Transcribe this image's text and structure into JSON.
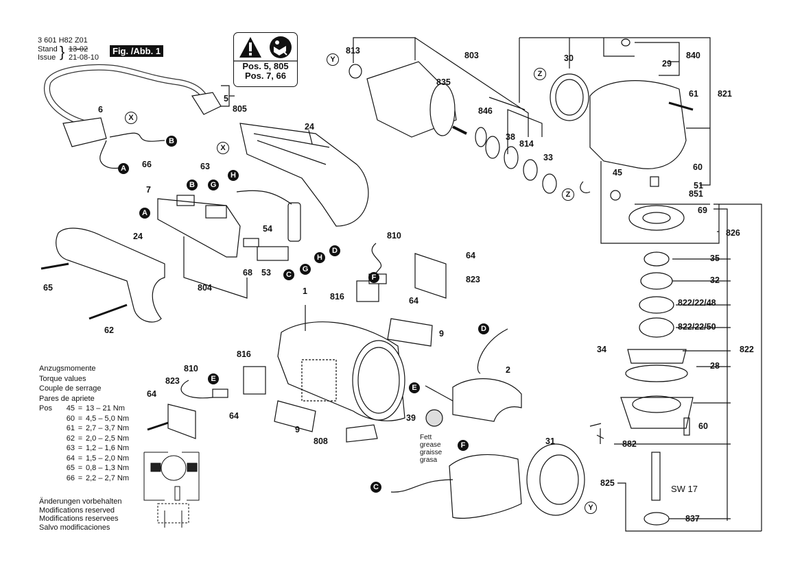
{
  "header": {
    "doc_number": "3 601 H82 Z01",
    "stand_label": "Stand",
    "issue_label": "Issue",
    "old_date": "13-02",
    "issue_date": "21-08-10",
    "figure_label": "Fig. /Abb. 1"
  },
  "warning_box": {
    "icons": [
      "warning-triangle-icon",
      "read-manual-icon"
    ],
    "line1": "Pos. 5, 805",
    "line2": "Pos. 7, 66"
  },
  "torque_table": {
    "title_de": "Anzugsmomente",
    "title_en": "Torque values",
    "title_fr": "Couple de serrage",
    "title_es": "Pares de apriete",
    "pos_label": "Pos",
    "rows": [
      {
        "pos": "45",
        "eq": "=",
        "value": "13 – 21 Nm"
      },
      {
        "pos": "60",
        "eq": "=",
        "value": "4,5 – 5,0 Nm"
      },
      {
        "pos": "61",
        "eq": "=",
        "value": "2,7 – 3,7 Nm"
      },
      {
        "pos": "62",
        "eq": "=",
        "value": "2,0 – 2,5 Nm"
      },
      {
        "pos": "63",
        "eq": "=",
        "value": "1,2 – 1,6 Nm"
      },
      {
        "pos": "64",
        "eq": "=",
        "value": "1,5 – 2,0 Nm"
      },
      {
        "pos": "65",
        "eq": "=",
        "value": "0,8 – 1,3 Nm"
      },
      {
        "pos": "66",
        "eq": "=",
        "value": "2,2 – 2,7 Nm"
      }
    ]
  },
  "footer": {
    "de": "Änderungen vorbehalten",
    "en": "Modifications reserved",
    "fr": "Modifications reservees",
    "es": "Salvo modificaciones"
  },
  "grease_note": {
    "de": "Fett",
    "en": "grease",
    "fr": "graisse",
    "es": "grasa"
  },
  "spanner_note": "SW 17",
  "part_labels": {
    "p5": "5",
    "p805": "805",
    "p6": "6",
    "p24a": "24",
    "p24b": "24",
    "p66": "66",
    "p63": "63",
    "p7": "7",
    "p54": "54",
    "p68": "68",
    "p53": "53",
    "p804": "804",
    "p65": "65",
    "p62": "62",
    "p1": "1",
    "p810a": "810",
    "p64a": "64",
    "p823a": "823",
    "p816a": "816",
    "p64b": "64",
    "p9a": "9",
    "p810b": "810",
    "p823b": "823",
    "p816b": "816",
    "p64c": "64",
    "p64d": "64",
    "p9b": "9",
    "p808": "808",
    "p2": "2",
    "p39": "39",
    "p31": "31",
    "p813": "813",
    "p803": "803",
    "p835": "835",
    "p846": "846",
    "p38": "38",
    "p814": "814",
    "p33": "33",
    "p30": "30",
    "p840": "840",
    "p29": "29",
    "p61": "61",
    "p821": "821",
    "p60a": "60",
    "p45": "45",
    "p51": "51",
    "p851": "851",
    "p69": "69",
    "p826": "826",
    "p35": "35",
    "p32": "32",
    "p822_48": "822/22/48",
    "p822_50": "822/22/50",
    "p34": "34",
    "p822": "822",
    "p28": "28",
    "p60b": "60",
    "p882": "882",
    "p825": "825",
    "p837": "837"
  },
  "connectors": {
    "A1": "A",
    "A2": "A",
    "B1": "B",
    "B2": "B",
    "C1": "C",
    "C2": "C",
    "D1": "D",
    "D2": "D",
    "E1": "E",
    "E2": "E",
    "F1": "F",
    "F2": "F",
    "G1": "G",
    "G2": "G",
    "H1": "H",
    "H2": "H",
    "X1": "X",
    "X2": "X",
    "Y1": "Y",
    "Y2": "Y",
    "Z1": "Z",
    "Z2": "Z"
  }
}
